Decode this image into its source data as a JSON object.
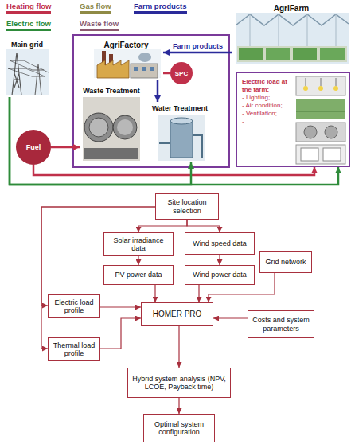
{
  "diagram": {
    "nodes": [
      {
        "text": [
          "AgriFactory"
        ]
      },
      {
        "text": [
          "SPC"
        ]
      },
      {
        "text": [
          "Waste Treatment"
        ]
      },
      {
        "text": [
          "Water Treatment"
        ]
      },
      {
        "text": [
          "Main grid"
        ]
      },
      {
        "text": [
          "Fuel"
        ]
      },
      {
        "text": [
          "AgriFarm"
        ]
      },
      {
        "text": [
          "Electric load at the farm:",
          "- Lighting;",
          "- Air condition;",
          "- Ventilation;",
          "- ......"
        ]
      },
      {
        "text": [
          "Site location selection"
        ]
      },
      {
        "text": [
          "Solar irradiance data"
        ]
      },
      {
        "text": [
          "Wind speed data"
        ]
      },
      {
        "text": [
          "Grid network"
        ]
      },
      {
        "text": [
          "PV power data"
        ]
      },
      {
        "text": [
          "Wind power data"
        ]
      },
      {
        "text": [
          "Electric load profile"
        ]
      },
      {
        "text": [
          "Thermal load profile"
        ]
      },
      {
        "text": [
          "HOMER PRO"
        ]
      },
      {
        "text": [
          "Costs and system parameters"
        ]
      },
      {
        "text": [
          "Hybrid system analysis (NPV, LCOE, Payback time)"
        ]
      },
      {
        "text": [
          "Optimal system configuration"
        ]
      }
    ],
    "edges": [
      {
        "from": 6,
        "to": 0,
        "label": "Farm products",
        "arrow": "to"
      },
      {
        "from": 0,
        "to": 1,
        "arrow": "none"
      },
      {
        "from": 0,
        "to": 3,
        "arrow": "to"
      },
      {
        "from": 5,
        "to": 2,
        "arrow": "to"
      },
      {
        "from": 5,
        "to": 7,
        "arrow": "to"
      },
      {
        "from": 4,
        "to": 3,
        "arrow": "to"
      },
      {
        "from": 4,
        "to": 7,
        "arrow": "to"
      },
      {
        "from": 8,
        "to": 9,
        "arrow": "to"
      },
      {
        "from": 8,
        "to": 10,
        "arrow": "to"
      },
      {
        "from": 8,
        "to": 14,
        "arrow": "to"
      },
      {
        "from": 8,
        "to": 15,
        "arrow": "to"
      },
      {
        "from": 9,
        "to": 12,
        "arrow": "to"
      },
      {
        "from": 10,
        "to": 13,
        "arrow": "to"
      },
      {
        "from": 11,
        "to": 16,
        "arrow": "to"
      },
      {
        "from": 12,
        "to": 16,
        "arrow": "to"
      },
      {
        "from": 13,
        "to": 16,
        "arrow": "to"
      },
      {
        "from": 14,
        "to": 16,
        "arrow": "to"
      },
      {
        "from": 15,
        "to": 16,
        "arrow": "to"
      },
      {
        "from": 17,
        "to": 16,
        "arrow": "to"
      },
      {
        "from": 16,
        "to": 18,
        "arrow": "to"
      },
      {
        "from": 18,
        "to": 19,
        "arrow": "to"
      }
    ],
    "legend": [
      {
        "text": "Heating flow",
        "color": "#c0304a"
      },
      {
        "text": "Gas flow",
        "color": "#8f8a45"
      },
      {
        "text": "Farm products",
        "color": "#2a2a9a"
      },
      {
        "text": "Electric flow",
        "color": "#2e8b3a"
      },
      {
        "text": "Waste flow",
        "color": "#8c5a70"
      }
    ]
  }
}
